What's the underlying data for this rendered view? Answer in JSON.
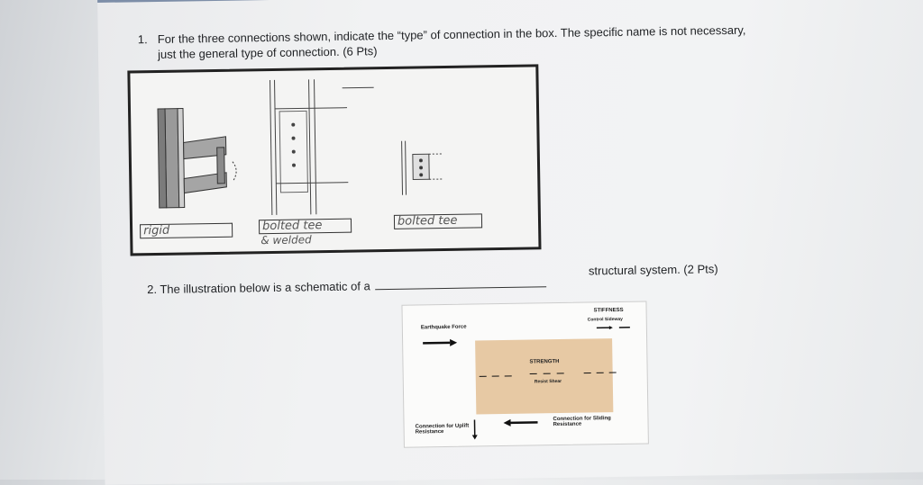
{
  "question1": {
    "number": "1.",
    "line1": "For the three connections shown, indicate the “type” of connection in the box. The specific name is not necessary,",
    "line2": "just the general type of connection. (6 Pts)"
  },
  "answers": {
    "a1": "rigid",
    "a2_line1": "bolted tee",
    "a2_line2": "& welded",
    "a3": "bolted tee"
  },
  "question2": {
    "number": "2.",
    "text": "The illustration below is a schematic of a",
    "tail": "structural system. (2 Pts)"
  },
  "schematic": {
    "earthquake": "Earthquake Force",
    "stiffness": "STIFFNESS",
    "control_sideway": "Control Sideway",
    "strength": "STRENGTH",
    "resist_shear": "Resist Shear",
    "uplift": "Connection for Uplift Resistance",
    "sliding": "Connection for Sliding Resistance"
  }
}
